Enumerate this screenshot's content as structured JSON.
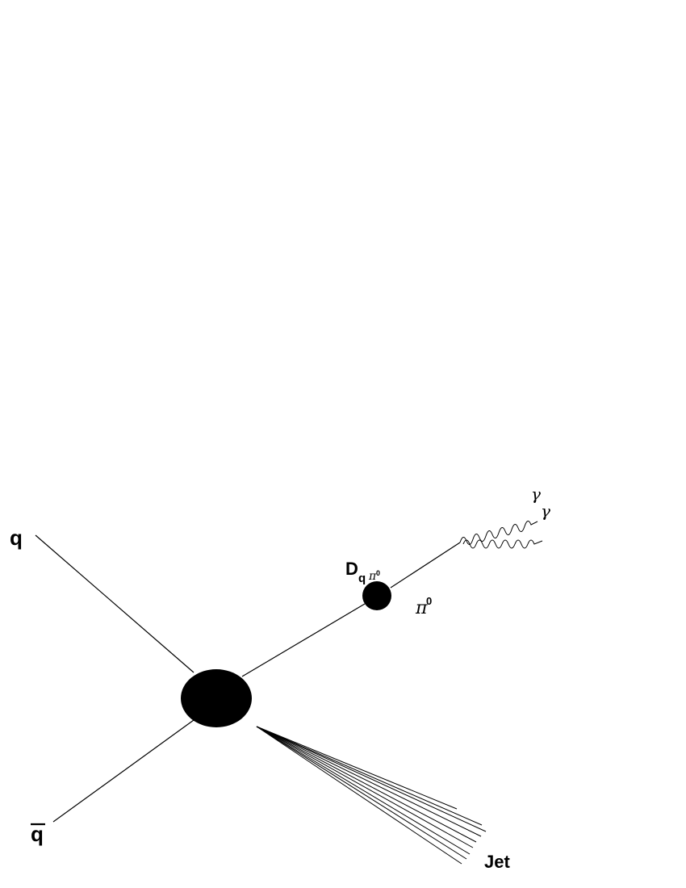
{
  "diagram": {
    "labels": {
      "quark": "q",
      "antiquark": "q",
      "fragmentation_main": "D",
      "fragmentation_sub": "q",
      "fragmentation_sup": "π",
      "fragmentation_sup_exp": "0",
      "pion": "π",
      "pion_exp": "0",
      "photon_1": "γ",
      "photon_2": "γ",
      "jet": "Jet"
    },
    "colors": {
      "ink": "#000000",
      "background": "#ffffff"
    }
  }
}
